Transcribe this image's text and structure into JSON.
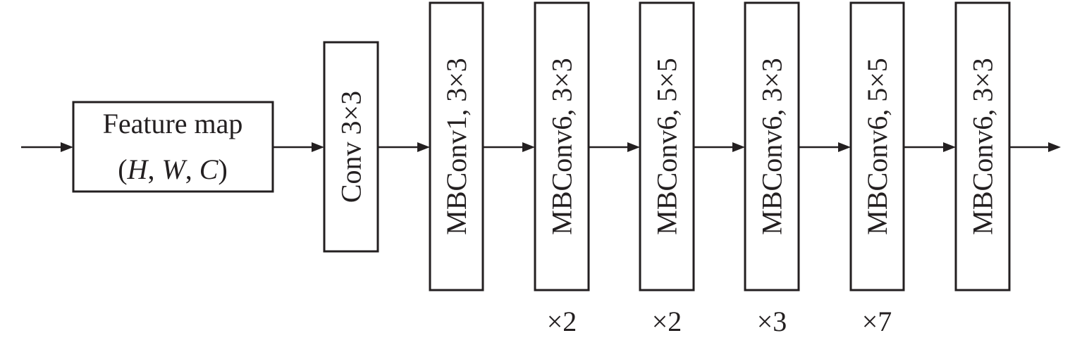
{
  "input_block": {
    "line1": "Feature map",
    "line2_open": "(",
    "line2_h": "H",
    "line2_sep1": ", ",
    "line2_w": "W",
    "line2_sep2": ", ",
    "line2_c": "C",
    "line2_close": ")"
  },
  "blocks": [
    {
      "id": "conv",
      "label": "Conv 3×3",
      "repeat": ""
    },
    {
      "id": "mb1",
      "label": "MBConv1, 3×3",
      "repeat": ""
    },
    {
      "id": "mb2",
      "label": "MBConv6, 3×3",
      "repeat": "×2"
    },
    {
      "id": "mb3",
      "label": "MBConv6, 5×5",
      "repeat": "×2"
    },
    {
      "id": "mb4",
      "label": "MBConv6, 3×3",
      "repeat": "×3"
    },
    {
      "id": "mb5",
      "label": "MBConv6, 5×5",
      "repeat": "×7"
    },
    {
      "id": "mb6",
      "label": "MBConv6, 3×3",
      "repeat": ""
    }
  ],
  "colors": {
    "stroke": "#231f20",
    "background": "#ffffff"
  }
}
